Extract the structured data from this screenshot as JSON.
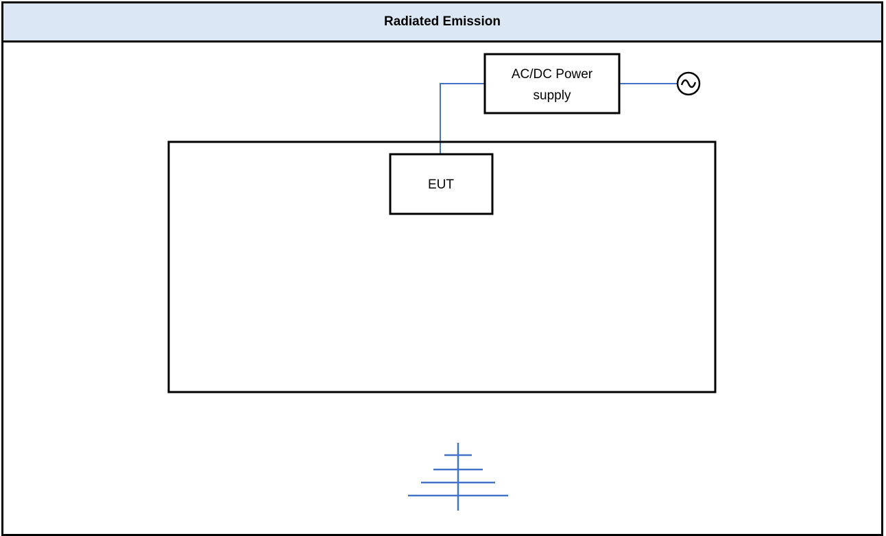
{
  "header": {
    "title": "Radiated Emission"
  },
  "diagram": {
    "eut_label": "EUT",
    "power_supply_label_line1": "AC/DC Power",
    "power_supply_label_line2": "supply",
    "ac_source_symbol": "~",
    "icons": {
      "ac_source": "ac-source-icon",
      "antenna": "antenna-icon"
    }
  },
  "colors": {
    "header_bg": "#dbe7f4",
    "cable": "#4472c4",
    "antenna": "#4472c4",
    "outline": "#000000"
  }
}
